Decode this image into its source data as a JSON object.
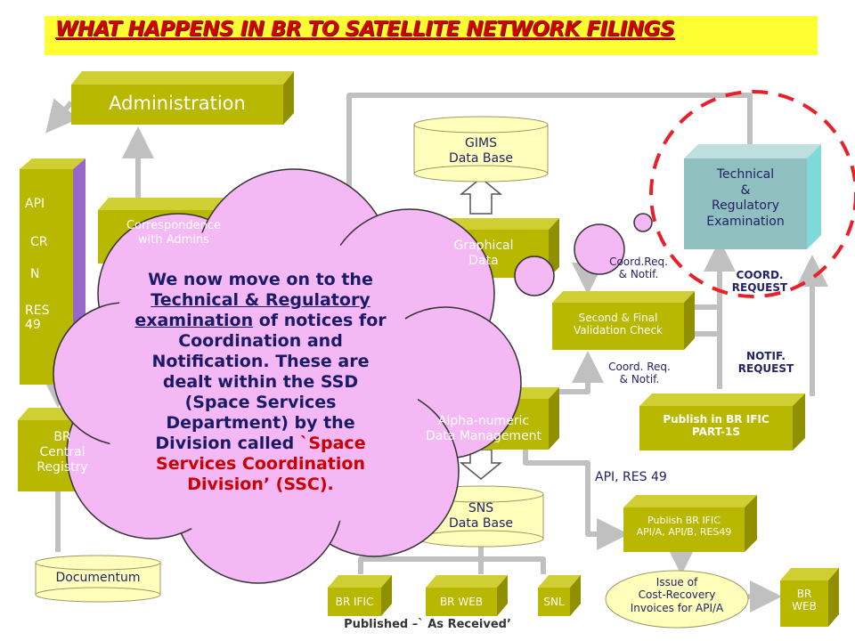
{
  "title": "WHAT HAPPENS IN BR TO SATELLITE NETWORK FILINGS",
  "nodes": {
    "administration": "Administration",
    "api_list": [
      "API",
      "CR",
      "N",
      "RES",
      "49"
    ],
    "correspondence": [
      "Correspondence",
      "with Admins"
    ],
    "gims": [
      "GIMS",
      "Data Base"
    ],
    "graphical": [
      "Graphical",
      "Data"
    ],
    "br_central": [
      "BR",
      "Central",
      "Registry"
    ],
    "alpha_numeric": [
      "Alpha-numeric",
      "Data Management"
    ],
    "sns": [
      "SNS",
      "Data Base"
    ],
    "documentum": "Documentum",
    "second_final": [
      "Second & Final",
      "Validation Check"
    ],
    "technical": [
      "Technical",
      "&",
      "Regulatory",
      "Examination"
    ],
    "publish_part1s": [
      "Publish in BR IFIC",
      "PART-1S"
    ],
    "publish_api": [
      "Publish BR IFIC",
      "API/A, API/B, RES49"
    ],
    "issue_invoices": [
      "Issue of",
      "Cost-Recovery",
      "Invoices for API/A"
    ],
    "br_web_right": [
      "BR",
      "WEB"
    ],
    "br_ific": "BR IFIC",
    "br_web": "BR WEB",
    "snl": "SNL"
  },
  "labels": {
    "coord_notif_top": [
      "Coord.Req.",
      "& Notif."
    ],
    "coord_notif_mid": [
      "Coord. Req.",
      "& Notif."
    ],
    "coord_request": [
      "COORD.",
      "REQUEST"
    ],
    "notif_request": [
      "NOTIF.",
      "REQUEST"
    ],
    "api_res49": "API, RES 49"
  },
  "bubble": {
    "l1": "We now move on to the",
    "l2": "Technical & Regulatory",
    "l3a": "examination",
    "l3b": " of notices for",
    "l4": "Coordination and",
    "l5": "Notification. These are",
    "l6": "dealt within the SSD",
    "l7": "(Space Services",
    "l8": "Department) by the",
    "l9a": "Division called ",
    "l9b": "`Space",
    "l10": "Services Coordination",
    "l11": "Division’ (SSC)."
  },
  "footer": "Published –` As Received’",
  "colors": {
    "box_front": "#b8b800",
    "box_top": "#cfcf33",
    "box_side": "#8f8f00",
    "cyl": "#ffffbb",
    "teal": "#8fbfbf",
    "arrow": "#c0c0c0",
    "bubble": "#f4b8f4",
    "dash": "#e8202a",
    "purple": "#9966cc"
  }
}
